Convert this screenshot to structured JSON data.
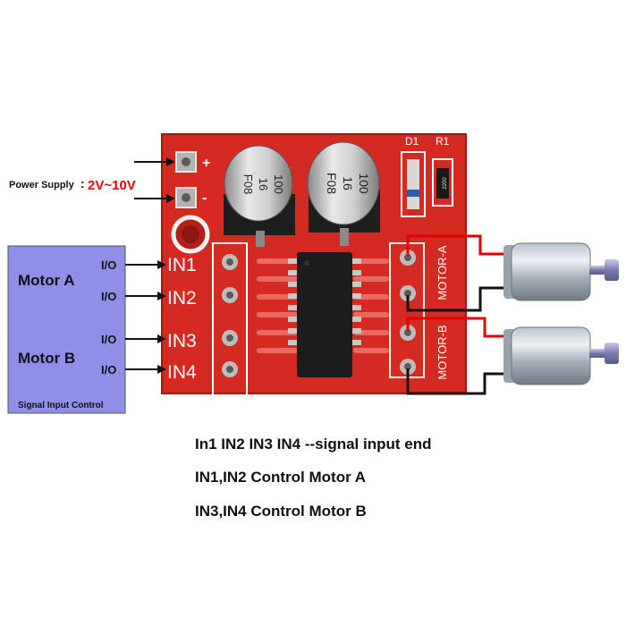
{
  "power": {
    "label": "Power Supply",
    "colon": ":",
    "voltage": "2V~10V",
    "plus": "+",
    "minus": "-"
  },
  "signal_box": {
    "motor_a": "Motor A",
    "motor_b": "Motor B",
    "title": "Signal Input Control",
    "io": [
      "I/O",
      "I/O",
      "I/O",
      "I/O"
    ]
  },
  "board": {
    "inputs": [
      "IN1",
      "IN2",
      "IN3",
      "IN4"
    ],
    "motor_a_label": "MOTOR-A",
    "motor_b_label": "MOTOR-B",
    "d1": "D1",
    "r1": "R1",
    "resistor_code": "2200",
    "cap_left": [
      "100",
      "16",
      "F08"
    ],
    "cap_right": [
      "100",
      "16",
      "F08"
    ]
  },
  "captions": [
    "In1 IN2 IN3 IN4 --signal input end",
    "IN1,IN2 Control Motor A",
    "IN3,IN4 Control Motor B"
  ],
  "colors": {
    "pcb": "#d42a22",
    "signal_box": "#8f8fe9",
    "voltage": "#e60000",
    "wire_red": "#e00000",
    "wire_black": "#111111"
  }
}
